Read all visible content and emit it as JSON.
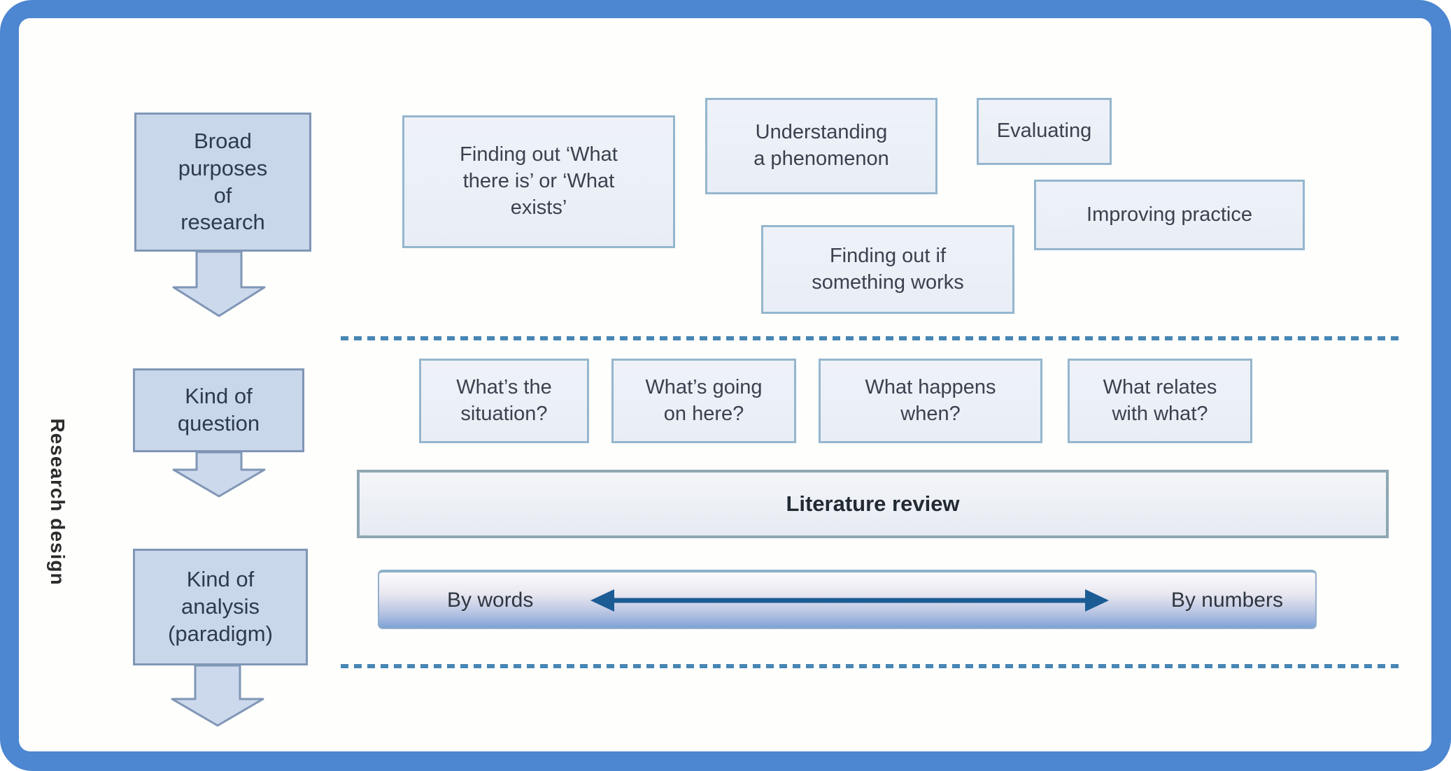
{
  "vertical_label": "Research design",
  "stages": [
    {
      "label": "Broad\npurposes\nof\nresearch"
    },
    {
      "label": "Kind of\nquestion"
    },
    {
      "label": "Kind of\nanalysis\n(paradigm)"
    }
  ],
  "purposes": [
    {
      "label": "Finding out ‘What\nthere is’ or ‘What\nexists’"
    },
    {
      "label": "Understanding\na phenomenon"
    },
    {
      "label": "Evaluating"
    },
    {
      "label": "Improving practice"
    },
    {
      "label": "Finding out if\nsomething works"
    }
  ],
  "questions": [
    {
      "label": "What’s the\nsituation?"
    },
    {
      "label": "What’s going\non here?"
    },
    {
      "label": "What happens\nwhen?"
    },
    {
      "label": "What relates\nwith what?"
    }
  ],
  "literature_review": {
    "label": "Literature review"
  },
  "analysis_scale": {
    "left": "By words",
    "right": "By numbers"
  },
  "colors": {
    "frame": "#4d86d1",
    "stage_fill": "#c9d7ea",
    "stage_border": "#8096b6",
    "stage_text": "#2e3a50",
    "light_fill": "#e9eef6",
    "light_border": "#95b6ce",
    "light_text": "#3a424e",
    "lit_border": "#8fa7b3",
    "dash": "#4886b4",
    "scale_top": "#fbfbfd",
    "scale_bottom": "#7fa2d6",
    "scale_arrow": "#1c5c95",
    "label_text": "#2b2b2b"
  }
}
